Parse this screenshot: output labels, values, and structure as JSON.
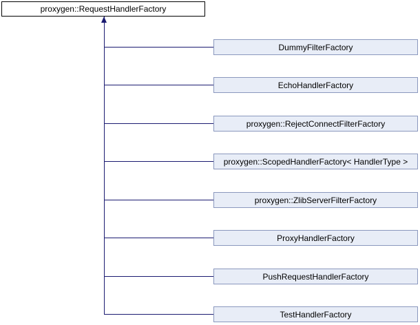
{
  "diagram": {
    "type": "class-inheritance-graph",
    "parent": "proxygen::RequestHandlerFactory",
    "children": [
      "DummyFilterFactory",
      "EchoHandlerFactory",
      "proxygen::RejectConnectFilterFactory",
      "proxygen::ScopedHandlerFactory< HandlerType >",
      "proxygen::ZlibServerFilterFactory",
      "ProxyHandlerFactory",
      "PushRequestHandlerFactory",
      "TestHandlerFactory"
    ],
    "colors": {
      "edge": "#191970",
      "parent_fill": "#ffffff",
      "parent_border": "#000000",
      "child_fill": "#e8edf7",
      "child_border": "#8a97bd",
      "text": "#000000",
      "background": "#ffffff"
    }
  }
}
